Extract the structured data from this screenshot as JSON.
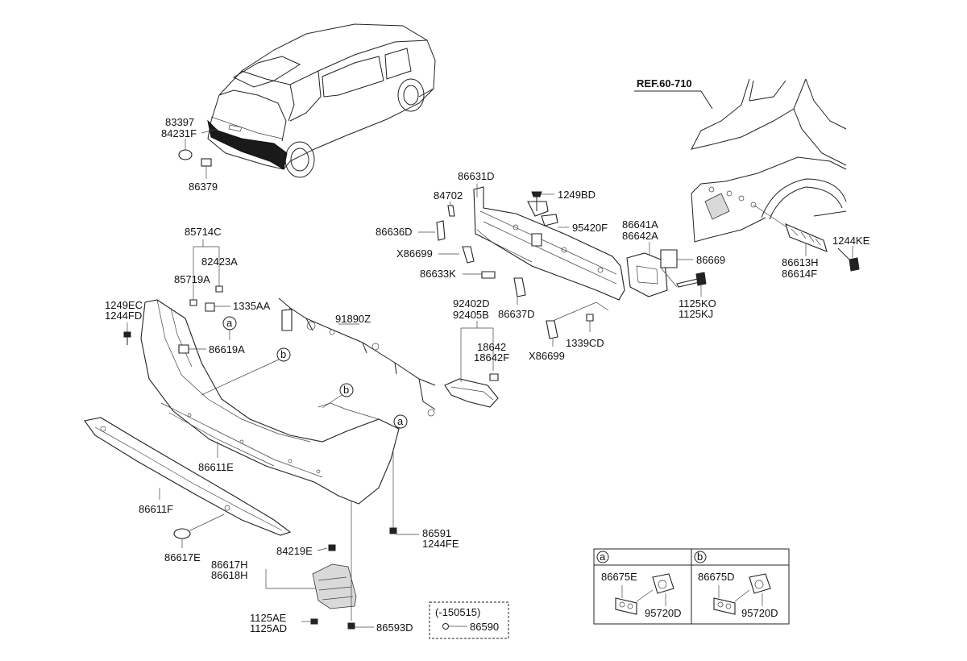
{
  "diagram": {
    "reference": "REF.60-710",
    "part_labels": {
      "p83397": "83397",
      "p84231F": "84231F",
      "p86379": "86379",
      "p85714C": "85714C",
      "p82423A": "82423A",
      "p85719A": "85719A",
      "p1249EC": "1249EC",
      "p1244FD": "1244FD",
      "p1335AA": "1335AA",
      "p86619A": "86619A",
      "p91890Z": "91890Z",
      "p86611E": "86611E",
      "p86611F": "86611F",
      "p86617E": "86617E",
      "p84219E": "84219E",
      "p86617H": "86617H",
      "p86618H": "86618H",
      "p1125AE": "1125AE",
      "p1125AD": "1125AD",
      "p86593D": "86593D",
      "p86591": "86591",
      "p1244FE": "1244FE",
      "p86631D": "86631D",
      "p84702": "84702",
      "p1249BD": "1249BD",
      "p86636D": "86636D",
      "p95420F": "95420F",
      "pX86699a": "X86699",
      "p86633K": "86633K",
      "p92402D": "92402D",
      "p92405B": "92405B",
      "p86637D": "86637D",
      "p18642": "18642",
      "p18642F": "18642F",
      "pX86699b": "X86699",
      "p1339CD": "1339CD",
      "p86641A": "86641A",
      "p86642A": "86642A",
      "p86669": "86669",
      "p1125KO": "1125KO",
      "p1125KJ": "1125KJ",
      "p86613H": "86613H",
      "p86614F": "86614F",
      "p1244KE": "1244KE"
    },
    "callouts": {
      "a": "a",
      "b": "b"
    },
    "date_box": {
      "date": "(-150515)",
      "part": "86590"
    },
    "detail_table": {
      "a": {
        "letter": "a",
        "part1": "86675E",
        "part2": "95720D"
      },
      "b": {
        "letter": "b",
        "part1": "86675D",
        "part2": "95720D"
      }
    }
  }
}
